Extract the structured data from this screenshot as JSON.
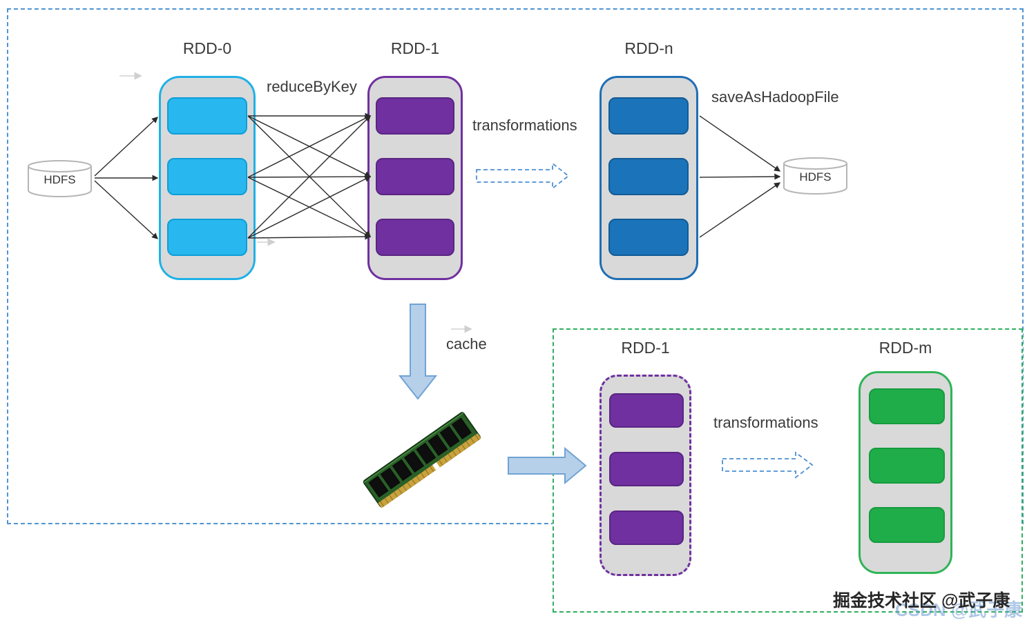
{
  "stage1": {
    "hdfs_source_label": "HDFS",
    "hdfs_sink_label": "HDFS",
    "rdd0_title": "RDD-0",
    "rdd1_title": "RDD-1",
    "rddn_title": "RDD-n",
    "reduce_by_key_label": "reduceByKey",
    "transformations_label": "transformations",
    "save_as_hadoop_file_label": "saveAsHadoopFile",
    "cache_label": "cache"
  },
  "stage2": {
    "rdd1_title": "RDD-1",
    "rddm_title": "RDD-m",
    "transformations_label": "transformations"
  },
  "watermark": {
    "primary": "掘金技术社区 @武子康",
    "secondary": "CSDN @武子康"
  },
  "colors": {
    "outer_boundary_border": "#4f94d0",
    "inner_boundary_border": "#2fae5e",
    "rdd0_border": "#1fb1e6",
    "rdd0_partition": "#29b7ef",
    "rdd1_border": "#7030a0",
    "rdd1_partition": "#7030a0",
    "rddn_border": "#1f6eb4",
    "rddn_partition": "#1b74ba",
    "rddm_border": "#2fb457",
    "rddm_partition": "#1fad49",
    "container_background": "#d9d9d9",
    "solid_arrow": "#2b2b2b",
    "dashed_arrow": "#4a8fd3",
    "block_arrow_fill": "#b7d0ea",
    "block_arrow_stroke": "#6fa3d4"
  }
}
